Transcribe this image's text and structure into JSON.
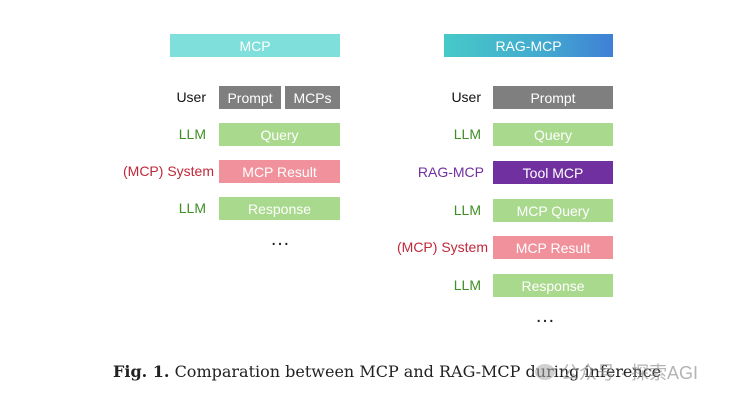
{
  "colors": {
    "header_mcp": "#7fdfdb",
    "header_rag_start": "#47c9c8",
    "header_rag_end": "#3f7fd6",
    "user_box": "#7f7f7f",
    "llm_box": "#a9d98c",
    "system_box": "#f0919c",
    "tool_box": "#7030a0",
    "label_user": "#111111",
    "label_llm": "#3f8f25",
    "label_system": "#c0283a",
    "label_ragmcp": "#7030a0"
  },
  "left": {
    "header": "MCP",
    "rows": [
      {
        "role": "User",
        "boxes": [
          "Prompt",
          "MCPs"
        ]
      },
      {
        "role": "LLM",
        "box": "Query"
      },
      {
        "role": "(MCP) System",
        "box": "MCP Result"
      },
      {
        "role": "LLM",
        "box": "Response"
      }
    ],
    "ellipsis": "…"
  },
  "right": {
    "header": "RAG-MCP",
    "rows": [
      {
        "role": "User",
        "box": "Prompt"
      },
      {
        "role": "LLM",
        "box": "Query"
      },
      {
        "role": "RAG-MCP",
        "box": "Tool MCP"
      },
      {
        "role": "LLM",
        "box": "MCP Query"
      },
      {
        "role": "(MCP) System",
        "box": "MCP Result"
      },
      {
        "role": "LLM",
        "box": "Response"
      }
    ],
    "ellipsis": "…"
  },
  "caption": {
    "prefix": "Fig. 1.",
    "text": "Comparation between MCP and RAG-MCP during inference"
  },
  "watermark": "公众号 · 探索AGI"
}
